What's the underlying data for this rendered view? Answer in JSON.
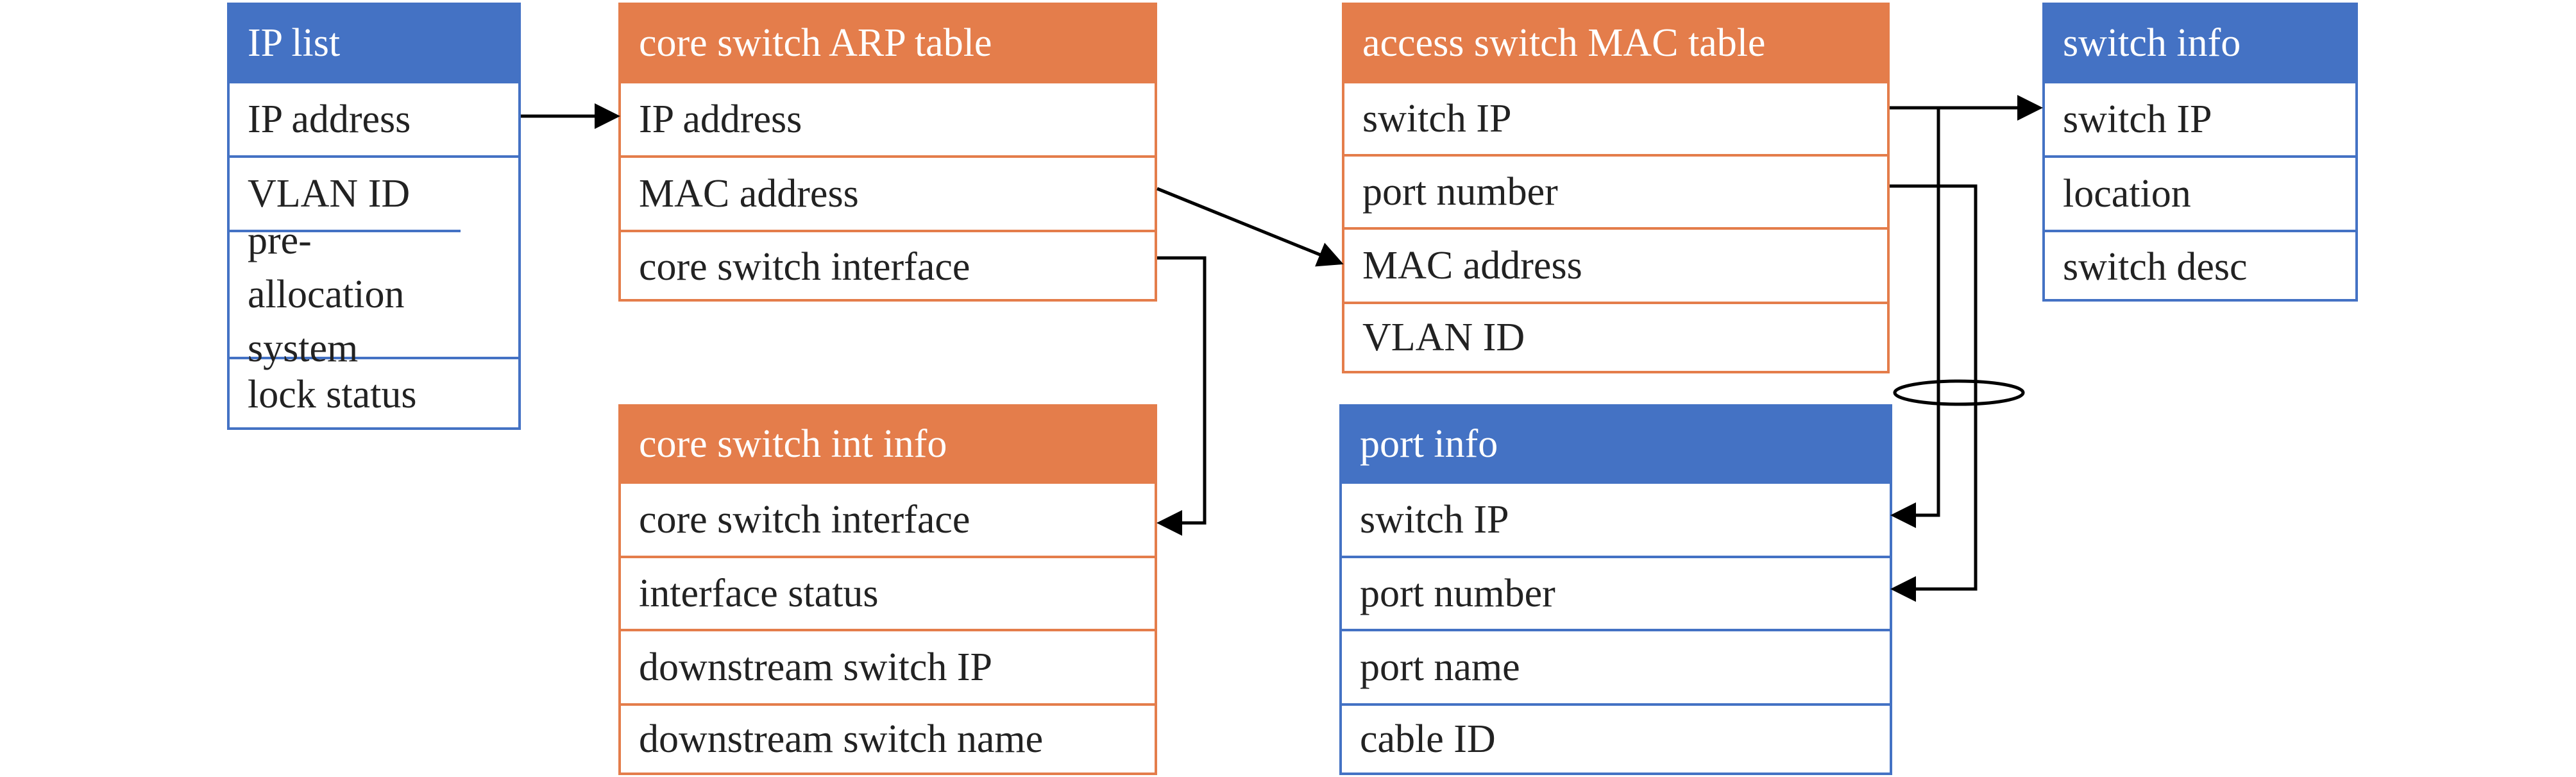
{
  "tables": {
    "ip_list": {
      "title": "IP list",
      "rows": [
        "IP address",
        "VLAN ID",
        "pre-allocation system",
        "lock status"
      ]
    },
    "core_arp": {
      "title": "core switch ARP table",
      "rows": [
        "IP address",
        "MAC address",
        "core switch interface"
      ]
    },
    "access_mac": {
      "title": "access switch MAC table",
      "rows": [
        "switch IP",
        "port number",
        "MAC address",
        "VLAN ID"
      ]
    },
    "switch_info": {
      "title": "switch info",
      "rows": [
        "switch IP",
        "location",
        "switch desc"
      ]
    },
    "core_int_info": {
      "title": "core switch int info",
      "rows": [
        "core switch interface",
        "interface status",
        "downstream switch IP",
        "downstream switch name"
      ]
    },
    "port_info": {
      "title": "port info",
      "rows": [
        "switch IP",
        "port number",
        "port name",
        "cable ID"
      ]
    }
  },
  "colors": {
    "blue": "#4472C4",
    "orange": "#E47D4B",
    "arrow": "#000000"
  }
}
